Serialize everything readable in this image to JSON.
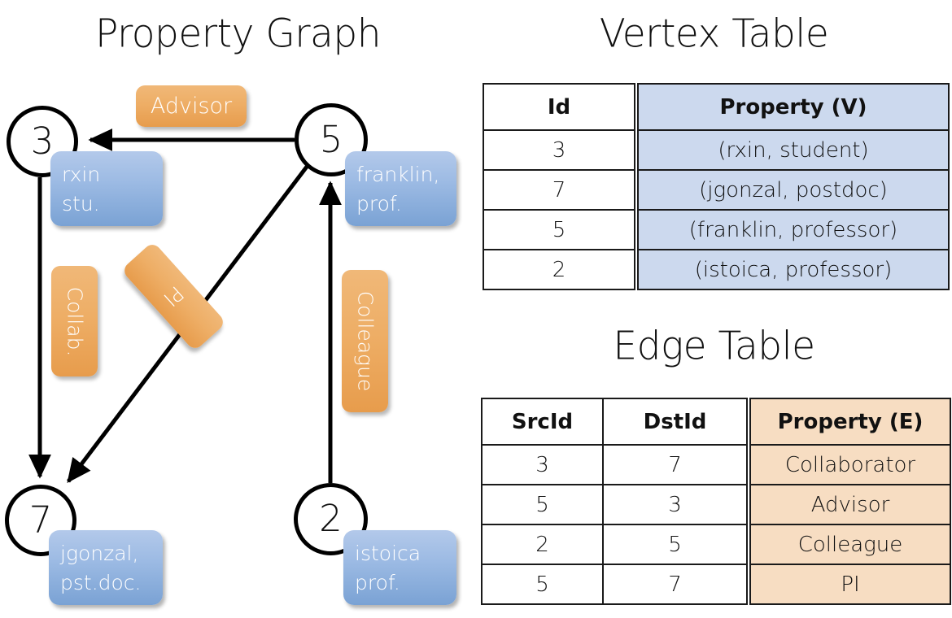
{
  "titles": {
    "property_graph": "Property Graph",
    "vertex_table": "Vertex Table",
    "edge_table": "Edge Table"
  },
  "colors": {
    "vertex_property_fill": "#ccd9ee",
    "edge_property_fill": "#f7ddc2",
    "node_property_box": "#9dbbe4",
    "edge_label_box": "#eeae66",
    "stroke": "#000000"
  },
  "graph": {
    "nodes": [
      {
        "id": "3",
        "property_line1": "rxin",
        "property_line2": "stu."
      },
      {
        "id": "5",
        "property_line1": "franklin,",
        "property_line2": "prof."
      },
      {
        "id": "7",
        "property_line1": "jgonzal,",
        "property_line2": "pst.doc."
      },
      {
        "id": "2",
        "property_line1": "istoica",
        "property_line2": "prof."
      }
    ],
    "edge_labels": [
      {
        "key": "advisor",
        "text": "Advisor",
        "from": "5",
        "to": "3"
      },
      {
        "key": "collab",
        "text": "Collab.",
        "from": "3",
        "to": "7"
      },
      {
        "key": "pi",
        "text": "PI",
        "from": "5",
        "to": "7"
      },
      {
        "key": "colleague",
        "text": "Colleague",
        "from": "2",
        "to": "5"
      }
    ]
  },
  "vertex_table": {
    "headers": [
      "Id",
      "Property (V)"
    ],
    "rows": [
      {
        "id": "3",
        "property": "(rxin, student)"
      },
      {
        "id": "7",
        "property": "(jgonzal, postdoc)"
      },
      {
        "id": "5",
        "property": "(franklin, professor)"
      },
      {
        "id": "2",
        "property": "(istoica, professor)"
      }
    ]
  },
  "edge_table": {
    "headers": [
      "SrcId",
      "DstId",
      "Property (E)"
    ],
    "rows": [
      {
        "src": "3",
        "dst": "7",
        "property": "Collaborator"
      },
      {
        "src": "5",
        "dst": "3",
        "property": "Advisor"
      },
      {
        "src": "2",
        "dst": "5",
        "property": "Colleague"
      },
      {
        "src": "5",
        "dst": "7",
        "property": "PI"
      }
    ]
  }
}
